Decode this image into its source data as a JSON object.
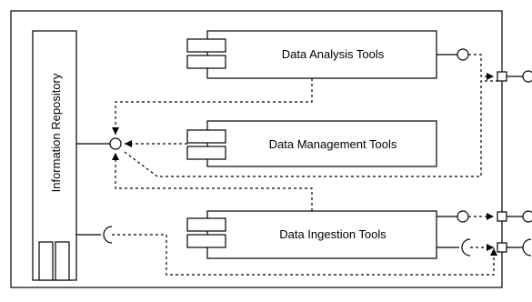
{
  "diagram": {
    "repository": {
      "label": "Information Repository"
    },
    "components": {
      "analysis": {
        "label": "Data Analysis Tools"
      },
      "management": {
        "label": "Data Management Tools"
      },
      "ingestion": {
        "label": "Data Ingestion Tools"
      }
    }
  }
}
